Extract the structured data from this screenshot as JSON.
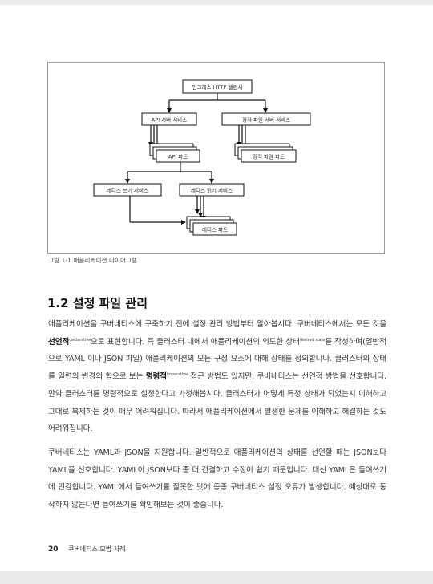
{
  "diagram": {
    "nodes": {
      "ingress": "인그레스 HTTP 밸런서",
      "api_service": "API 서버 서비스",
      "static_service": "정적 파일 서버 서비스",
      "api_pod": "API 파드",
      "static_pod": "정적 파일 파드",
      "redis_write_service": "레디스 쓰기 서비스",
      "redis_read_service": "레디스 읽기 서비스",
      "redis_pod": "레디스 파드"
    },
    "caption": "그림 1-1 애플리케이션 다이어그램"
  },
  "section": {
    "title": "1.2 설정 파일 관리"
  },
  "paragraph1": {
    "t1": "애플리케이션을 쿠버네티스에 구축하기 전에 설정 관리 방법부터 알아봅시다. 쿠버네티스에서는 모든 것을 ",
    "b1": "선언적",
    "s1": "declarative",
    "t2": "으로 표현합니다. 즉 클러스터 내에서 애플리케이션의 의도한 상태",
    "s2": "desired state",
    "t3": "를 작성하며(일반적으로 YAML 이나 JSON 파일) 애플리케이션의 모든 구성 요소에 대해 상태를 정의합니다. 클러스터의 상태를 일련의 변경의 합으로 보는 ",
    "b2": "명령적",
    "s3": "imperative",
    "t4": " 접근 방법도 있지만, 쿠버네티스는 선언적 방법을 선호합니다. 만약 클러스터를 명령적으로 설정한다고 가정해봅시다. 클러스터가 어떻게 특정 상태가 되었는지 이해하고 그대로 복제하는 것이 매우 어려워집니다. 따라서 애플리케이션에서 발생한 문제를 이해하고 해결하는 것도 어려워집니다."
  },
  "paragraph2": {
    "text": "쿠버네티스는 YAML과 JSON을 지원합니다. 일반적으로 애플리케이션의 상태를 선언할 때는 JSON보다 YAML을 선호합니다. YAML이 JSON보다 좀 더 간결하고 수정이 쉽기 때문입니다. 대신 YAML은 들여쓰기에 민감합니다. YAML에서 들여쓰기를 잘못한 탓에 종종 쿠버네티스 설정 오류가 발생합니다. 예상대로 동작하지 않는다면 들여쓰기를 확인해보는 것이 좋습니다."
  },
  "footer": {
    "page_number": "20",
    "chapter": "쿠버네티스 모범 사례"
  }
}
